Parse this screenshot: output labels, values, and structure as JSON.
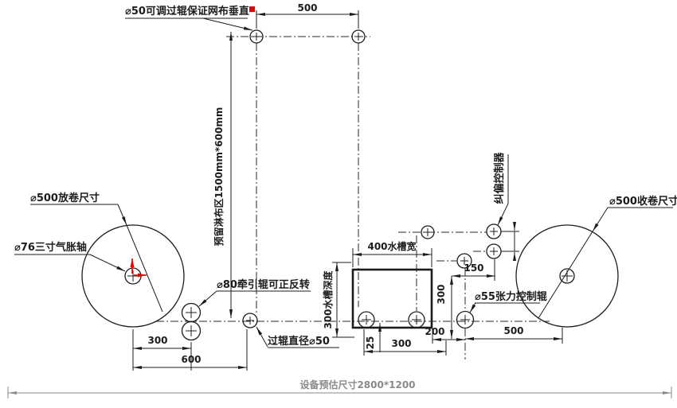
{
  "drawing": {
    "labels": {
      "top_adjustable_roller": "⌀50可调过辊保证网布垂直",
      "unwind_size": "⌀500放卷尺寸",
      "air_expand_shaft": "⌀76三寸气胀轴",
      "traction_roller": "⌀80牵引辊可正反转",
      "pass_roller": "过辊直径⌀50",
      "reserved_area": "预留淋布区1500mm*600mm",
      "tank_width": "400水槽宽",
      "tank_depth": "300水槽深度",
      "deviation_controller": "纠偏控制器",
      "tension_roller": "⌀55张力控制辊",
      "rewind_size": "⌀500收卷尺寸",
      "overall_size": "设备预估尺寸2800*1200"
    },
    "dims": {
      "top_span": "500",
      "unwind_to_nip": "300",
      "unwind_to_pass": "600",
      "tank_clearance": "25",
      "tank_bottom_span": "300",
      "tank_to_tension": "200",
      "vertical_drop": "300",
      "steering_offset": "150",
      "tension_to_rewind": "500"
    },
    "colors": {
      "line": "#1c1c1c",
      "accent_red": "#e60000",
      "overall_dim_gray": "#8a8a8a"
    }
  }
}
